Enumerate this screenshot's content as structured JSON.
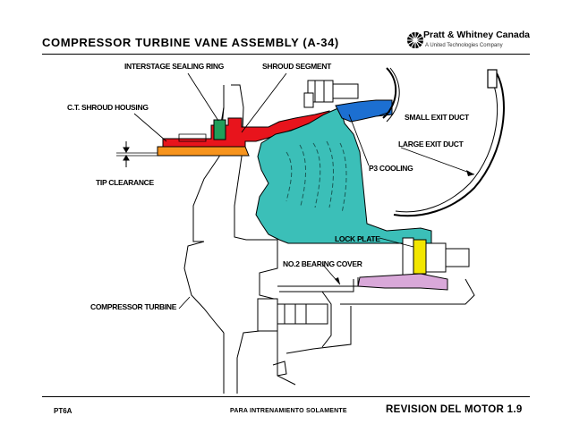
{
  "header": {
    "title": "COMPRESSOR TURBINE VANE ASSEMBLY (A-34)",
    "brand": "Pratt & Whitney Canada",
    "brand_subtitle": "A United Technologies Company"
  },
  "footer": {
    "left": "PT6A",
    "center": "PARA INTRENAMIENTO SOLAMENTE",
    "right": "REVISION DEL MOTOR  1.9"
  },
  "labels": {
    "interstage_sealing_ring": "INTERSTAGE SEALING RING",
    "shroud_segment": "SHROUD SEGMENT",
    "ct_shroud_housing": "C.T. SHROUD HOUSING",
    "small_exit_duct": "SMALL EXIT DUCT",
    "large_exit_duct": "LARGE EXIT DUCT",
    "p3_cooling": "P3 COOLING",
    "tip_clearance": "TIP CLEARANCE",
    "lock_plate": "LOCK PLATE",
    "bearing_cover": "NO.2 BEARING COVER",
    "compressor_turbine": "COMPRESSOR TURBINE"
  },
  "colors": {
    "vane_teal": "#3bbfb8",
    "housing_red": "#e8141c",
    "shroud_orange": "#f7941d",
    "seal_green": "#1f9e5a",
    "duct_blue": "#1c6fd1",
    "lock_yellow": "#f2e600",
    "cover_lilac": "#d9a8d9"
  }
}
